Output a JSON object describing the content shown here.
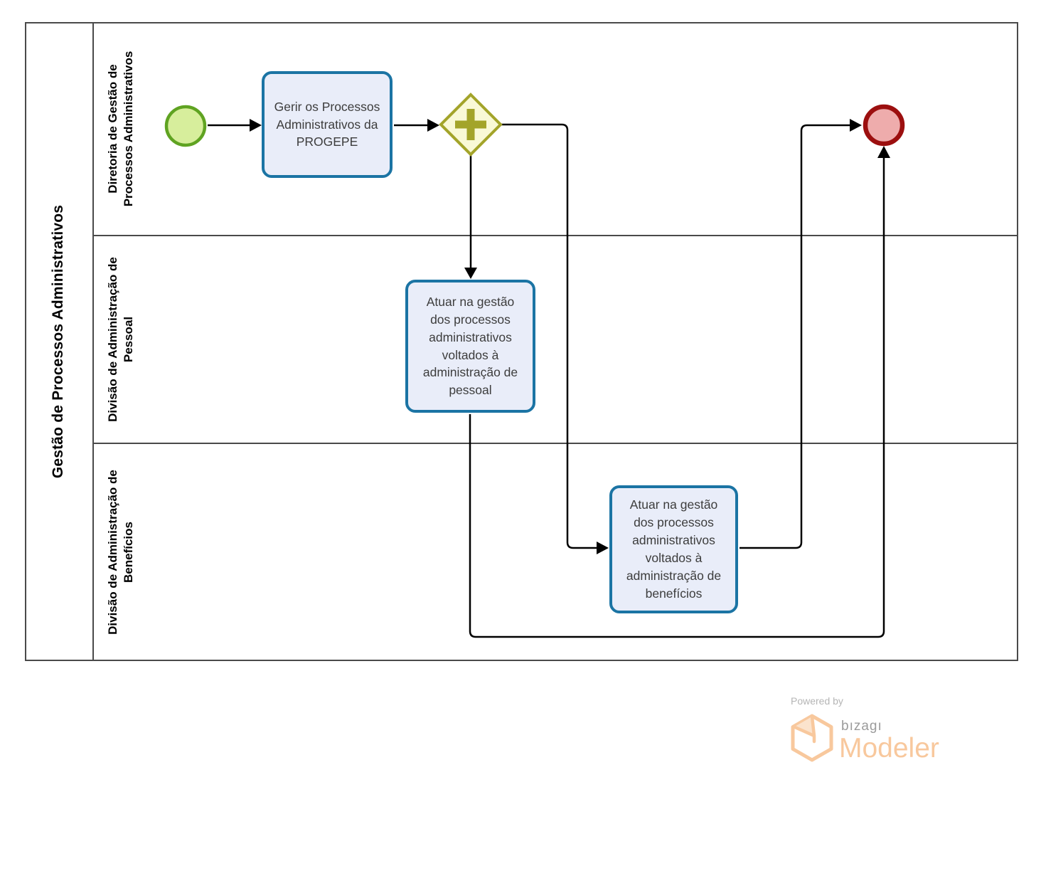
{
  "pool": {
    "title": "Gestão de Processos Administrativos",
    "lanes": [
      {
        "lines": [
          "Diretoria de Gestão de",
          "Processos Administrativos"
        ]
      },
      {
        "lines": [
          "Divisão de Administração de",
          "Pessoal"
        ]
      },
      {
        "lines": [
          "Divisão de Administração de",
          "Benefícios"
        ]
      }
    ]
  },
  "nodes": {
    "start_event": {
      "type": "start-event"
    },
    "task_gerir": {
      "label": "Gerir os Processos Administrativos da PROGEPE"
    },
    "parallel_gateway": {
      "type": "parallel-gateway"
    },
    "task_pessoal": {
      "label": "Atuar na gestão dos processos administrativos voltados à administração de pessoal"
    },
    "task_beneficios": {
      "label": "Atuar na gestão dos processos administrativos voltados à administração de benefícios"
    },
    "end_event": {
      "type": "end-event"
    }
  },
  "branding": {
    "powered_by": "Powered by",
    "logo_text": "bızagı",
    "product": "Modeler"
  },
  "colors": {
    "start_fill": "#d7ee9c",
    "start_stroke": "#5fa321",
    "task_fill": "#e9edf9",
    "task_stroke": "#1b74a4",
    "gateway_fill": "#f9f9d6",
    "gateway_stroke": "#a3a42a",
    "end_fill": "#eeacac",
    "end_stroke": "#9c0f0f",
    "frame_stroke": "#4a4a4a",
    "flow_stroke": "#000000",
    "brand_orange": "#f8c89d",
    "brand_gray": "#9b9b9b"
  }
}
